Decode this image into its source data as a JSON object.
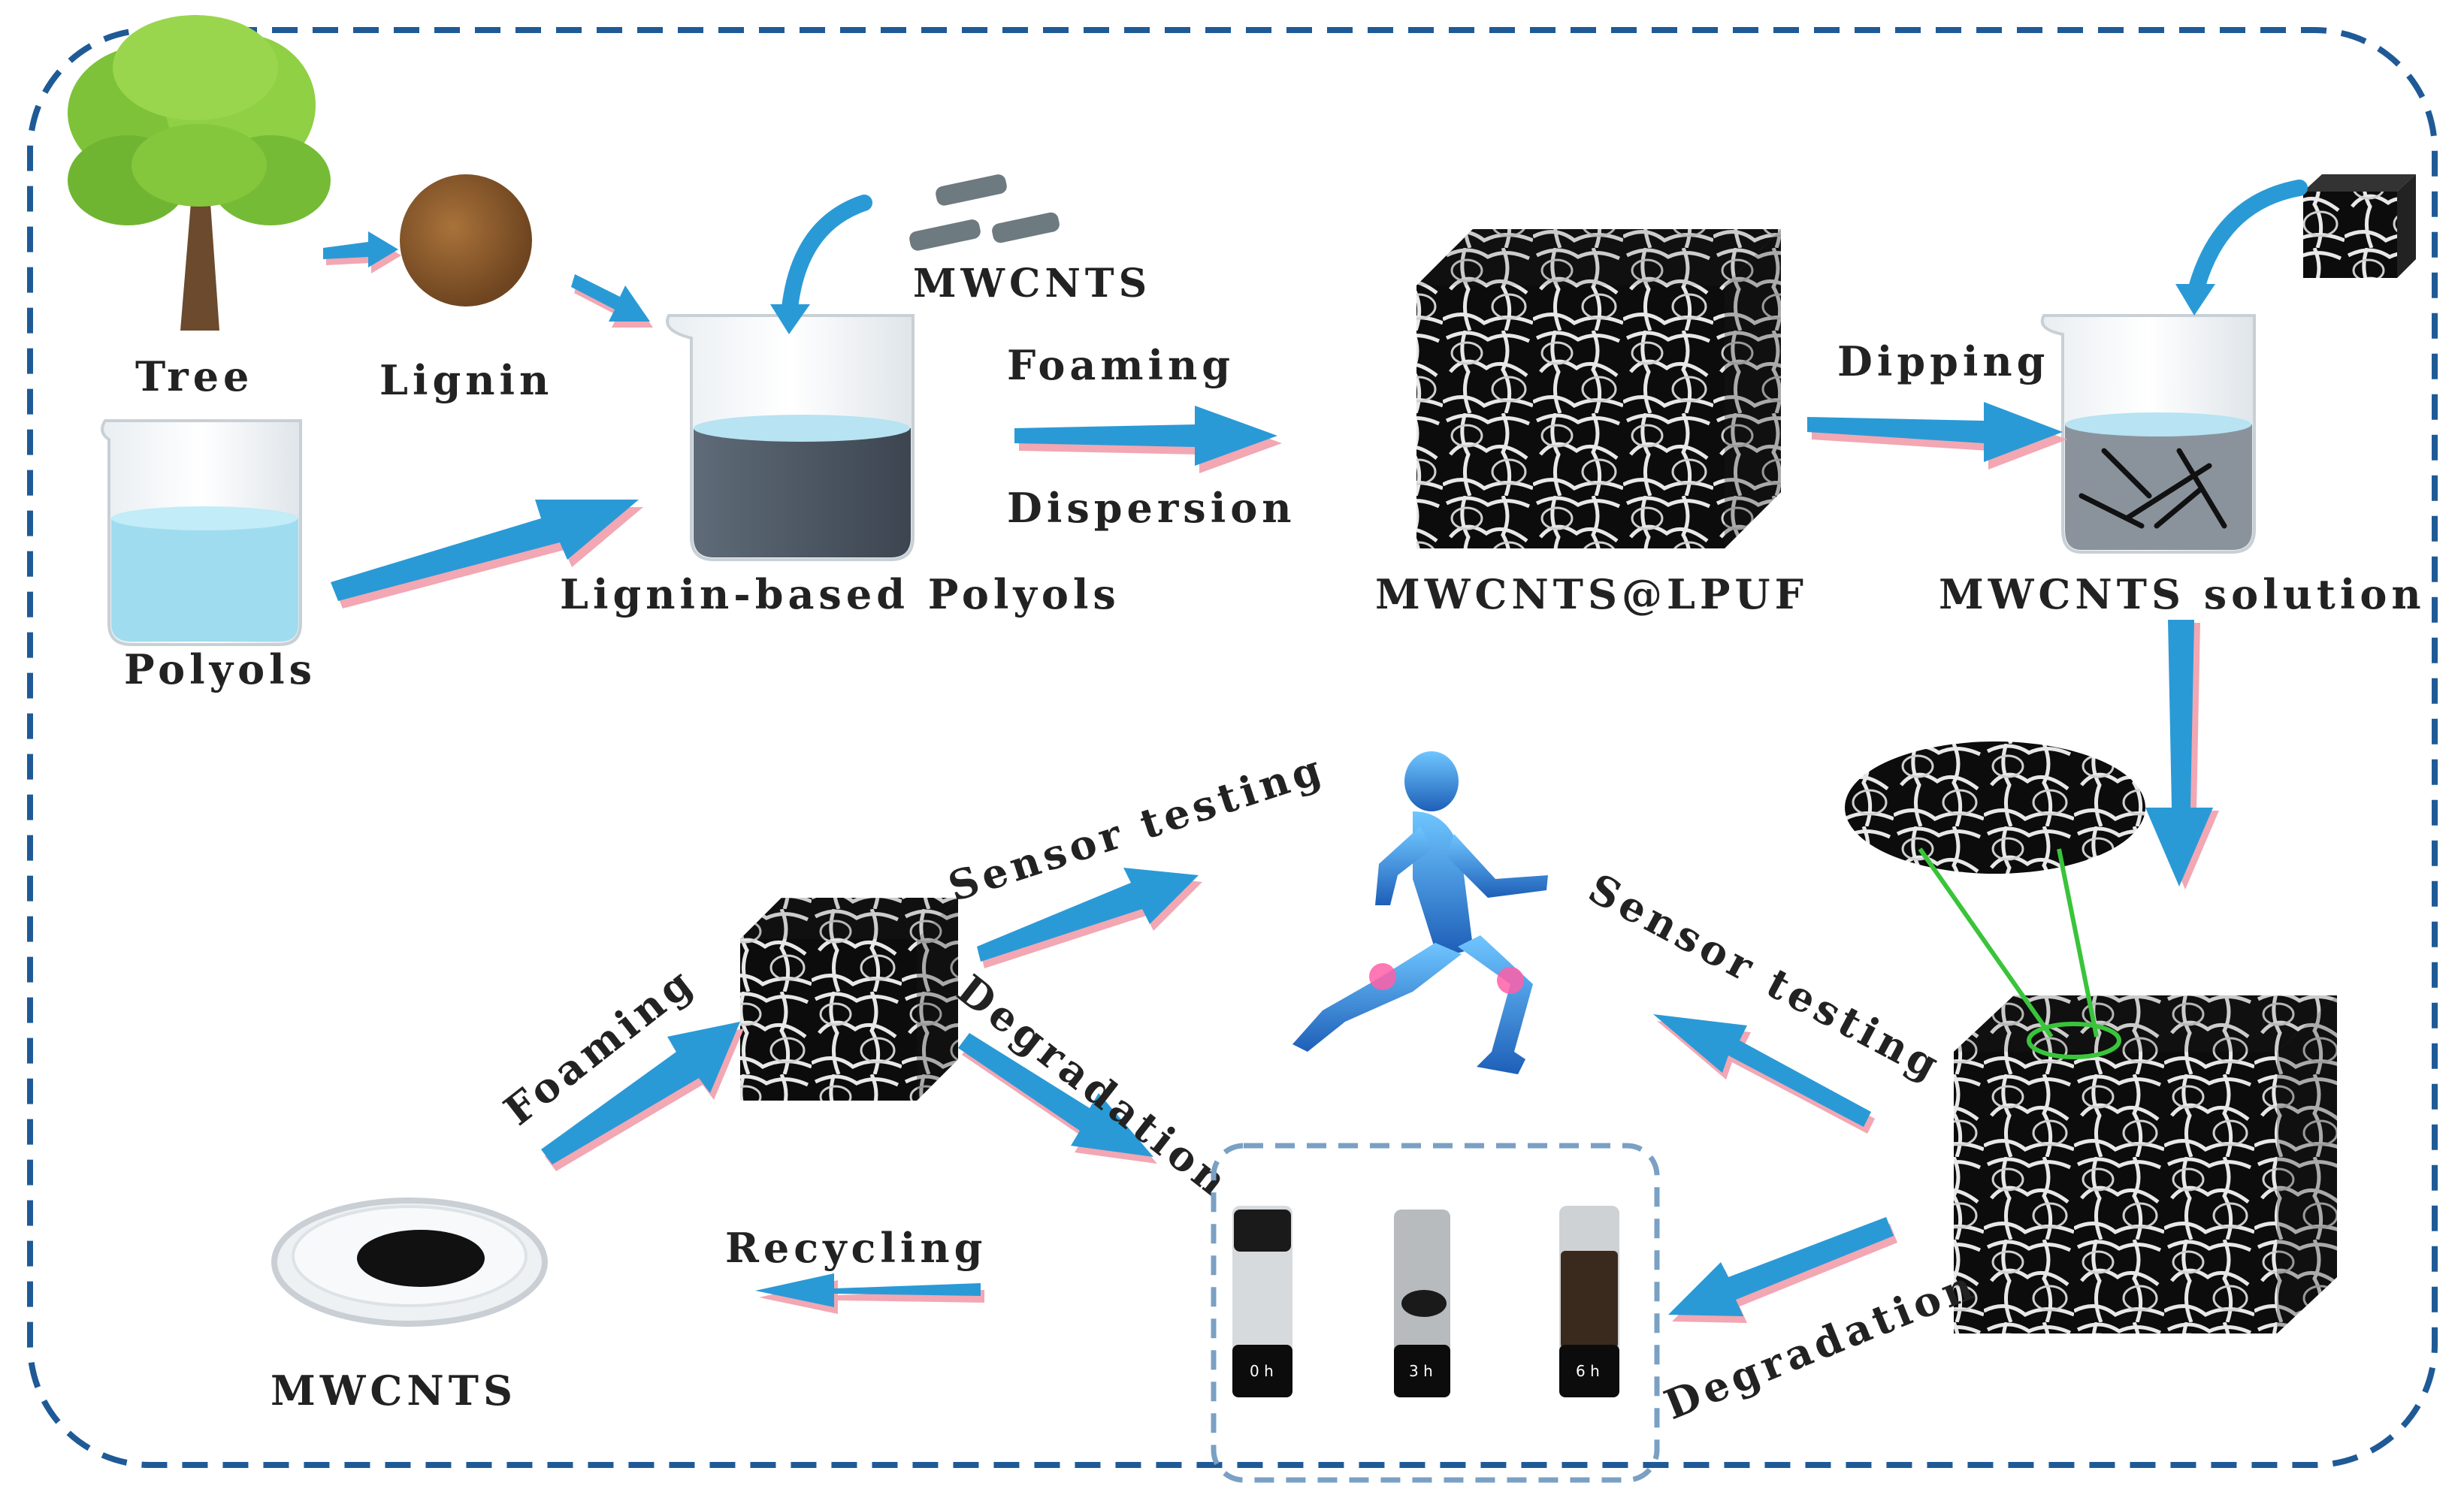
{
  "labels": {
    "tree": "Tree",
    "lignin": "Lignin",
    "polyols": "Polyols",
    "mwcnts_top": "MWCNTS",
    "lignin_based_polyols": "Lignin-based Polyols",
    "foaming_top": "Foaming",
    "dispersion": "Dispersion",
    "mwcnts_lpuf": "MWCNTS@LPUF",
    "dipping": "Dipping",
    "mwcnts_solution": "MWCNTS solution",
    "sensor_testing_left": "Sensor testing",
    "sensor_testing_right": "Sensor testing",
    "degradation_left": "Degradation",
    "degradation_right": "Degradation",
    "foaming_bottom": "Foaming",
    "recycling": "Recycling",
    "mwcnts_bottom": "MWCNTS"
  },
  "vial_labels": [
    "0 h",
    "3 h",
    "6 h"
  ],
  "colors": {
    "frame": "#1f5a97",
    "arrow": "#2a9ad6",
    "arrow_shadow": "#f2a7b3",
    "liquid": "#9fdcef",
    "lignin": "#8a5a2b",
    "green_zoom": "#39c43a"
  },
  "icons": [
    "tree-icon",
    "lignin-powder-icon",
    "beaker-icon",
    "foam-cube-icon",
    "runner-icon",
    "vial-icon",
    "petri-dish-icon"
  ]
}
